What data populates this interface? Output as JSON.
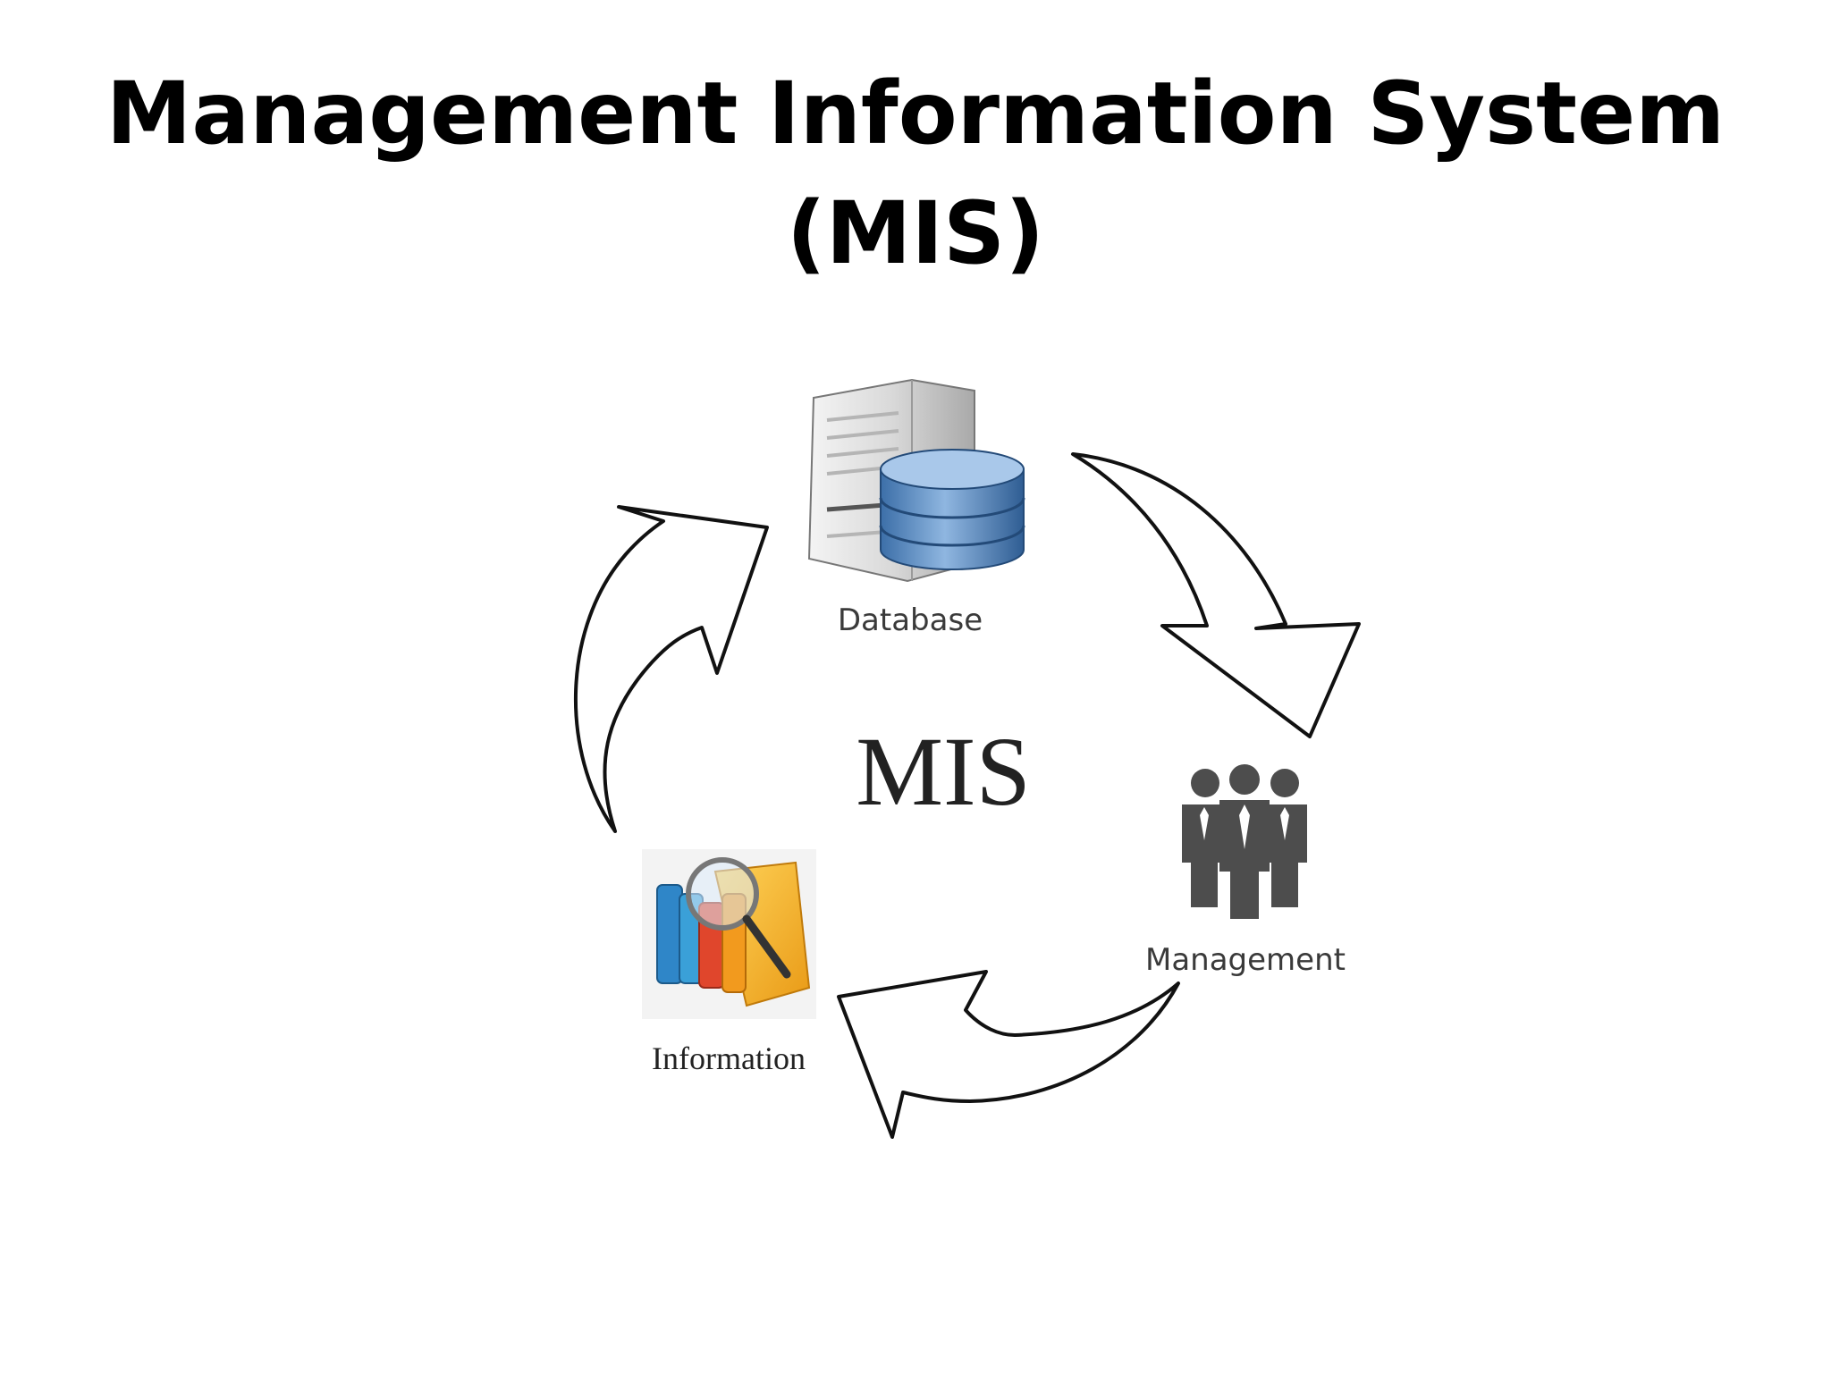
{
  "slide": {
    "title_line1": "Management Information System",
    "title_line2": "(MIS)"
  },
  "diagram": {
    "center_label": "MIS",
    "nodes": {
      "database": {
        "label": "Database",
        "icon": "server-database-icon"
      },
      "management": {
        "label": "Management",
        "icon": "people-group-icon"
      },
      "information": {
        "label": "Information",
        "icon": "folder-search-icon"
      }
    },
    "flow": [
      "Database",
      "Management",
      "Information",
      "Database"
    ]
  }
}
